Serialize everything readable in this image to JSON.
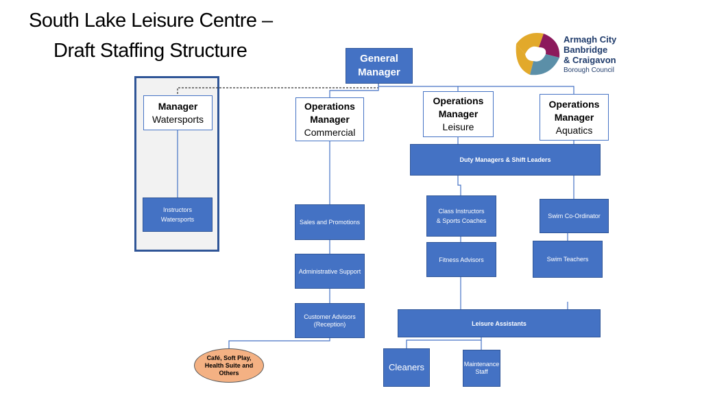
{
  "title_line1": "South Lake Leisure Centre –",
  "title_line2": "Draft Staffing Structure",
  "logo": {
    "line1": "Armagh City",
    "line2": "Banbridge",
    "line3": "& Craigavon",
    "line4": "Borough Council",
    "colors": [
      "#e2a92b",
      "#8c1a5c",
      "#5b8fa8"
    ]
  },
  "nodes": {
    "general_manager": "General Manager",
    "manager_watersports_title": "Manager",
    "manager_watersports_dept": "Watersports",
    "ops_commercial_title": "Operations Manager",
    "ops_commercial_dept": "Commercial",
    "ops_leisure_title": "Operations Manager",
    "ops_leisure_dept": "Leisure",
    "ops_aquatics_title": "Operations Manager",
    "ops_aquatics_dept": "Aquatics",
    "duty_managers": "Duty Managers & Shift Leaders",
    "instructors_line1": "Instructors",
    "instructors_line2": "Watersports",
    "sales": "Sales and Promotions",
    "admin": "Administrative Support",
    "customer_line1": "Customer Advisors",
    "customer_line2": "(Reception)",
    "cafe": "Café, Soft Play, Health Suite  and Others",
    "class_line1": "Class Instructors",
    "class_line2": "& Sports Coaches",
    "fitness": "Fitness Advisors",
    "swim_coord": "Swim Co-Ordinator",
    "swim_teachers": "Swim Teachers",
    "leisure_assistants": "Leisure Assistants",
    "cleaners": "Cleaners",
    "maintenance": "Maintenance Staff"
  }
}
